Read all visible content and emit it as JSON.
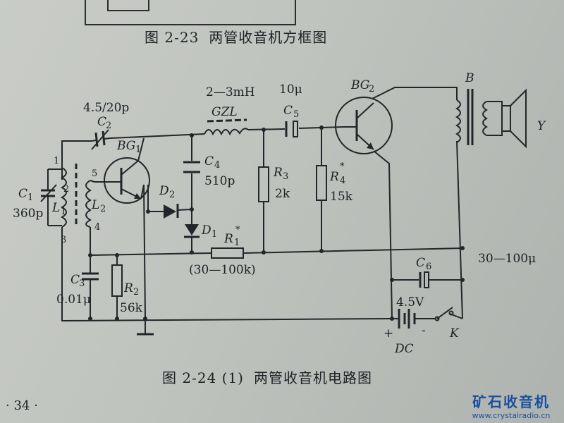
{
  "top_caption": {
    "number": "图 2-23",
    "title": "两管收音机方框图"
  },
  "bottom_caption": {
    "number": "图 2-24 (1)",
    "title": "两管收音机电路图"
  },
  "page_number": "· 34 ·",
  "watermark": {
    "title": "矿石收音机",
    "url": "www.crystalradio.cn"
  },
  "labels": {
    "c2_value": "4.5/20p",
    "c2": "C",
    "c2_sub": "2",
    "gzl_value": "2—3mH",
    "gzl": "GZL",
    "c5_value": "10μ",
    "c5": "C",
    "c5_sub": "5",
    "bg2": "BG",
    "bg2_sub": "2",
    "b": "B",
    "y": "Y",
    "bg1": "BG",
    "bg1_sub": "1",
    "c4": "C",
    "c4_sub": "4",
    "c4_value": "510p",
    "r3": "R",
    "r3_sub": "3",
    "r3_value": "2k",
    "r4": "R",
    "r4_sub": "4",
    "r4_star": "*",
    "r4_value": "15k",
    "d2": "D",
    "d2_sub": "2",
    "d1": "D",
    "d1_sub": "1",
    "r1": "R",
    "r1_sub": "1",
    "r1_star": "*",
    "r1_value": "(30—100k)",
    "c1": "C",
    "c1_sub": "1",
    "c1_value": "360p",
    "l1": "L",
    "l1_sub": "1",
    "l2": "L",
    "l2_sub": "2",
    "pin1": "1",
    "pin2": "2",
    "pin3": "3",
    "pin4": "4",
    "pin5": "5",
    "c3": "C",
    "c3_sub": "3",
    "c3_value": "0.01μ",
    "r2": "R",
    "r2_sub": "2",
    "r2_value": "56k",
    "c6": "C",
    "c6_sub": "6",
    "c6_value": "30—100μ",
    "battery_value": "4.5V",
    "plus": "+",
    "minus": "-",
    "dc": "DC",
    "k": "K"
  }
}
